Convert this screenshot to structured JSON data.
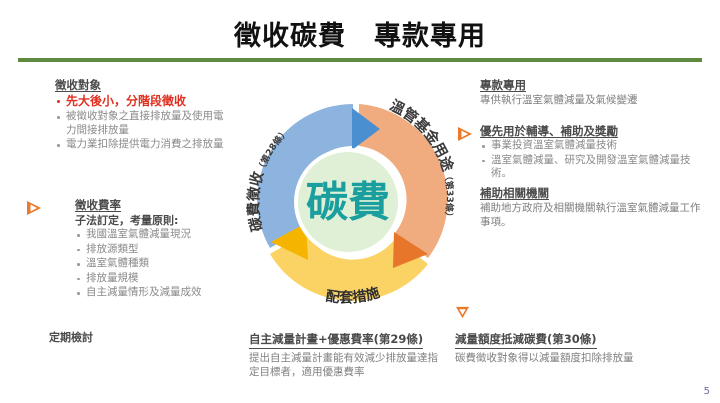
{
  "slide": {
    "title": "徵收碳費　專款專用",
    "page_number": "5"
  },
  "left": {
    "target": {
      "heading": "徵收對象",
      "highlight": "先大後小，分階段徵收",
      "bullets": [
        "被徵收對象之直接排放量及使用電力間接排放量",
        "電力業扣除提供電力消費之排放量"
      ]
    },
    "rate": {
      "heading": "徵收費率",
      "subheading": "子法訂定，考量原則:",
      "bullets": [
        "我國溫室氣體減量現況",
        "排放源類型",
        "溫室氣體種類",
        "排放量規模",
        "自主減量情形及減量成效"
      ]
    },
    "review": {
      "heading": "定期檢討"
    }
  },
  "right": {
    "fund": {
      "heading": "專款專用",
      "body": "專供執行溫室氣體減量及氣候變遷"
    },
    "priority": {
      "heading": "優先用於輔導、補助及獎勵",
      "bullets": [
        "事業投資溫室氣體減量技術",
        "溫室氣體減量、研究及開發溫室氣體減量技術。"
      ]
    },
    "agency": {
      "heading": "補助相關機關",
      "body": "補助地方政府及相關機關執行溫室氣體減量工作事項。"
    }
  },
  "bottom": {
    "voluntary": {
      "heading": "自主減量計畫+優惠費率",
      "article": "(第29條)",
      "body": "提出自主減量計畫能有效減少排放量達指定目標者，適用優惠費率"
    },
    "offset": {
      "heading": "減量額度抵減碳費",
      "article": "(第30條)",
      "body": "碳費徵收對象得以減量額度扣除排放量"
    }
  },
  "diagram": {
    "center_label": "碳費",
    "segments": [
      {
        "id": "collection",
        "label": "碳費徵收（第28條）",
        "color": "#8db4de"
      },
      {
        "id": "fund-use",
        "label": "溫管基金用途（第33條）",
        "color": "#f0ab7e"
      },
      {
        "id": "measures",
        "label": "配套措施",
        "color": "#fbd264"
      }
    ],
    "arrows": [
      {
        "id": "blue-arrow",
        "color": "#4a8fd0"
      },
      {
        "id": "amber-arrow",
        "color": "#f5b400"
      },
      {
        "id": "orange-arrow",
        "color": "#e8762a"
      }
    ],
    "center_fill": "#dff0d6",
    "center_text_color": "#1a9e9e"
  },
  "colors": {
    "title_rule": "#5d8a3f",
    "marker": "#ea7a2a",
    "highlight_red": "#e03020"
  }
}
